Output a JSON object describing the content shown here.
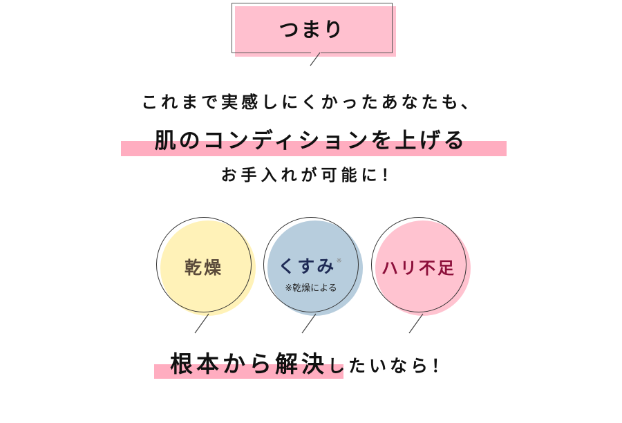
{
  "label": "つまり",
  "headline": {
    "line1": "これまで実感しにくかったあなたも、",
    "line2": "肌のコンディションを上げる",
    "line3": "お手入れが可能に！"
  },
  "concerns": [
    {
      "label": "乾燥",
      "color": "#fff2b8",
      "text_color": "#5a4a3a"
    },
    {
      "label": "くすみ",
      "mark": "※",
      "note": "※乾燥による",
      "color": "#b7cddd",
      "text_color": "#1e2a55"
    },
    {
      "label": "ハリ不足",
      "color": "#ffc3d0",
      "text_color": "#8c0f3a"
    }
  ],
  "conclusion": {
    "emphasis": "根本から解決",
    "rest": "したいなら！"
  }
}
